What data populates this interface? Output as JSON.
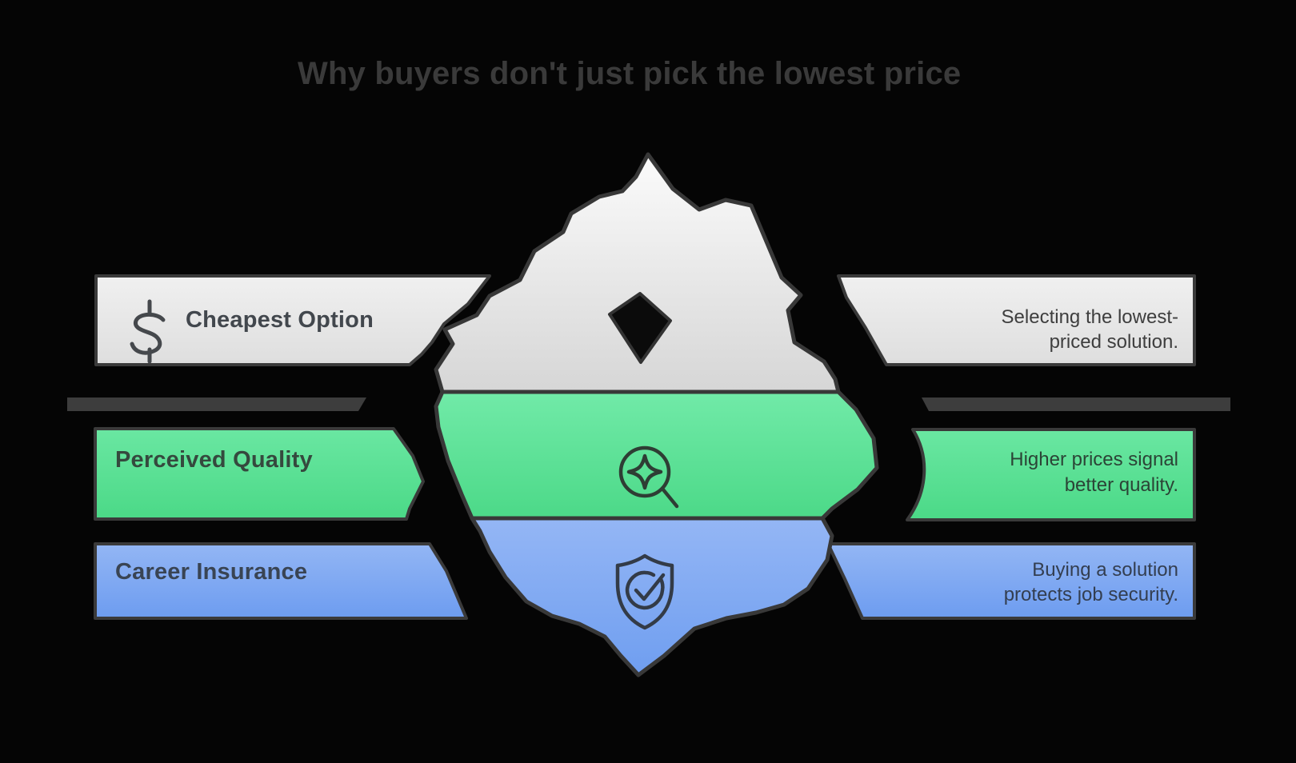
{
  "title": "Why buyers don't just pick the lowest price",
  "rows": [
    {
      "id": "cheapest-option",
      "label": "Cheapest Option",
      "description": "Selecting the lowest-priced solution.",
      "icon": "dollar-icon",
      "zone": "above-waterline",
      "color": "#e9e9e9"
    },
    {
      "id": "perceived-quality",
      "label": "Perceived Quality",
      "description": "Higher prices signal better quality.",
      "icon": "sparkle-magnifier-icon",
      "zone": "below-waterline",
      "color": "#57df93"
    },
    {
      "id": "career-insurance",
      "label": "Career Insurance",
      "description": "Buying a solution protects job security.",
      "icon": "shield-check-icon",
      "zone": "below-waterline",
      "color": "#7da8f1"
    }
  ],
  "colors": {
    "background": "#050505",
    "outline": "#3a3a3a",
    "waterline": "#3d3d3d",
    "title_text": "#3a3a3a",
    "iceberg_top": "#ededed",
    "green_top": "#6ce8a4",
    "green_bottom": "#4bd987",
    "blue_top": "#92b5f4",
    "blue_bottom": "#6d9cf0"
  }
}
